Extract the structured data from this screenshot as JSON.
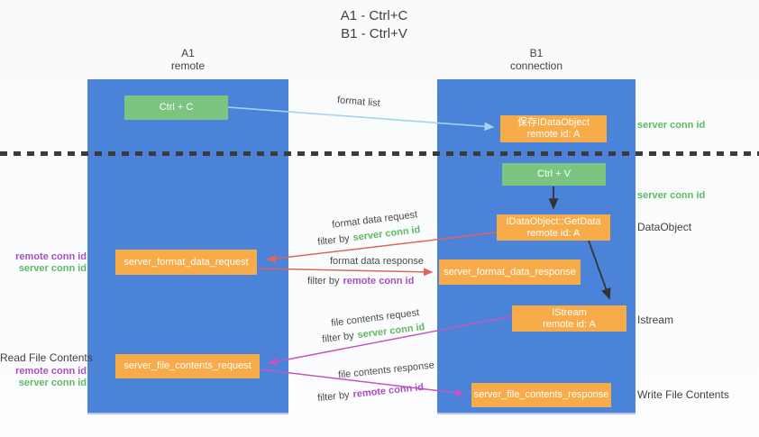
{
  "title": {
    "line1": "A1 - Ctrl+C",
    "line2": "B1 - Ctrl+V"
  },
  "columns": {
    "left": {
      "name": "A1",
      "sub": "remote"
    },
    "right": {
      "name": "B1",
      "sub": "connection"
    }
  },
  "nodes": {
    "ctrl_c": "Ctrl + C",
    "ctrl_v": "Ctrl + V",
    "save_dataobject": {
      "title": "保存IDataObject",
      "sub": "remote id: A"
    },
    "getdata": {
      "title": "IDataObject::GetData",
      "sub": "remote id: A"
    },
    "istream": {
      "title": "IStream",
      "sub": "remote id: A"
    },
    "format_request": "server_format_data_request",
    "format_response": "server_format_data_response",
    "file_request": "server_file_contents_request",
    "file_response": "server_file_contents_response"
  },
  "flow": {
    "format_list": "format list",
    "format_data_request": "format data request",
    "format_data_response": "format data response",
    "file_contents_request": "file contents request",
    "file_contents_response": "file contents response",
    "filter_by": "filter by",
    "server_conn_id": "server conn id",
    "remote_conn_id": "remote conn id"
  },
  "side": {
    "server_conn_id": "server conn id",
    "remote_conn_id": "remote conn id",
    "dataobject": "DataObject",
    "istream": "Istream",
    "read_file": "Read File Contents",
    "write_file": "Write File Contents"
  },
  "colors": {
    "column_blue": "#4b83d8",
    "node_green": "#7cc580",
    "node_orange": "#f8ab49",
    "arrow_lightblue": "#a5d2f0",
    "arrow_red": "#e4625e",
    "arrow_magenta": "#c256c2",
    "arrow_black": "#333333",
    "text_green": "#5eb961",
    "text_purple": "#a94fc2",
    "text_dark": "#3f3f3f"
  }
}
